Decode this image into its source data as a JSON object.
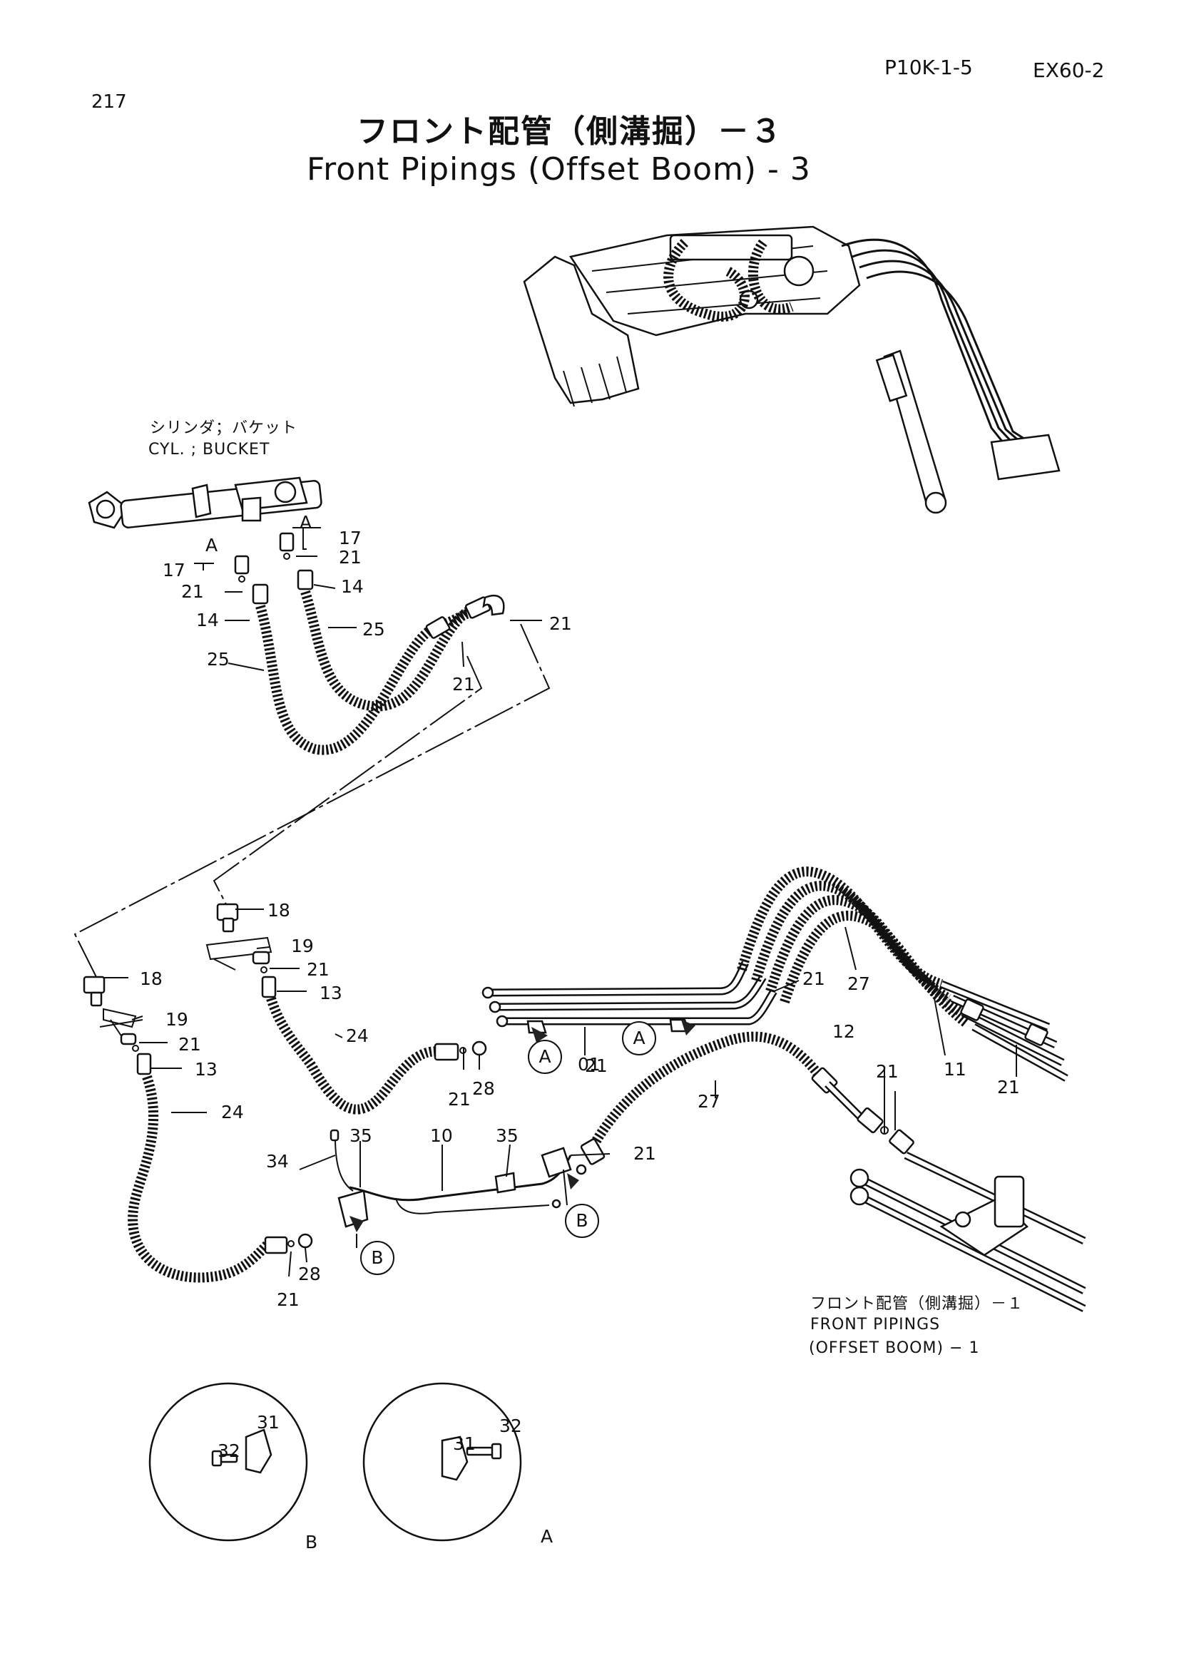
{
  "header": {
    "page_number": "217",
    "doc_code": "P10K-1-5",
    "model": "EX60-2",
    "title_ja": "フロント配管（側溝掘）－３",
    "title_en": "Front Pipings (Offset Boom) - 3"
  },
  "captions": {
    "cylinder_ja": "シリンダ；バケット",
    "cylinder_en": "CYL. ; BUCKET",
    "ref_ja": "フロント配管（側溝掘）－１",
    "ref_en_1": "FRONT PIPINGS",
    "ref_en_2": "(OFFSET BOOM) − 1"
  },
  "detail_labels": {
    "A": "A",
    "B": "B"
  },
  "callouts": [
    {
      "id": "c-17a",
      "text": "17"
    },
    {
      "id": "c-21a",
      "text": "21"
    },
    {
      "id": "c-14a",
      "text": "14"
    },
    {
      "id": "c-25a",
      "text": "25"
    },
    {
      "id": "c-A1",
      "text": "A"
    },
    {
      "id": "c-A2",
      "text": "A"
    },
    {
      "id": "c-17b",
      "text": "17"
    },
    {
      "id": "c-21b",
      "text": "21"
    },
    {
      "id": "c-14b",
      "text": "14"
    },
    {
      "id": "c-25b",
      "text": "25"
    },
    {
      "id": "c-21c",
      "text": "21"
    },
    {
      "id": "c-21d",
      "text": "21"
    },
    {
      "id": "c-18a",
      "text": "18"
    },
    {
      "id": "c-19a",
      "text": "19"
    },
    {
      "id": "c-21e",
      "text": "21"
    },
    {
      "id": "c-13a",
      "text": "13"
    },
    {
      "id": "c-24a",
      "text": "24"
    },
    {
      "id": "c-18b",
      "text": "18"
    },
    {
      "id": "c-19b",
      "text": "19"
    },
    {
      "id": "c-21f",
      "text": "21"
    },
    {
      "id": "c-13b",
      "text": "13"
    },
    {
      "id": "c-24b",
      "text": "24"
    },
    {
      "id": "c-21g",
      "text": "21"
    },
    {
      "id": "c-28a",
      "text": "28"
    },
    {
      "id": "c-01",
      "text": "01"
    },
    {
      "id": "c-21h",
      "text": "21"
    },
    {
      "id": "c-27a",
      "text": "27"
    },
    {
      "id": "c-12",
      "text": "12"
    },
    {
      "id": "c-21i",
      "text": "21"
    },
    {
      "id": "c-11",
      "text": "11"
    },
    {
      "id": "c-21j",
      "text": "21"
    },
    {
      "id": "c-27b",
      "text": "27"
    },
    {
      "id": "c-21k",
      "text": "21"
    },
    {
      "id": "c-34",
      "text": "34"
    },
    {
      "id": "c-35a",
      "text": "35"
    },
    {
      "id": "c-10",
      "text": "10"
    },
    {
      "id": "c-35b",
      "text": "35"
    },
    {
      "id": "c-21l",
      "text": "21"
    },
    {
      "id": "c-28b",
      "text": "28"
    },
    {
      "id": "c-21m",
      "text": "21"
    },
    {
      "id": "c-32a",
      "text": "32"
    },
    {
      "id": "c-31a",
      "text": "31"
    },
    {
      "id": "c-31b",
      "text": "31"
    },
    {
      "id": "c-32b",
      "text": "32"
    }
  ],
  "markers": [
    {
      "id": "m-A1",
      "text": "A"
    },
    {
      "id": "m-A2",
      "text": "A"
    },
    {
      "id": "m-B1",
      "text": "B"
    },
    {
      "id": "m-B2",
      "text": "B"
    }
  ]
}
